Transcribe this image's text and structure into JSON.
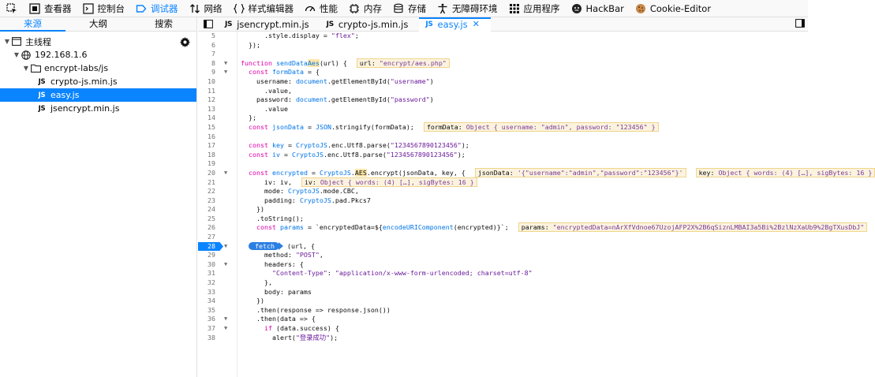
{
  "toolbar": {
    "items": [
      {
        "label": "查看器",
        "icon": "inspector-icon"
      },
      {
        "label": "控制台",
        "icon": "console-icon"
      },
      {
        "label": "调试器",
        "icon": "debugger-icon",
        "active": true
      },
      {
        "label": "网络",
        "icon": "network-icon"
      },
      {
        "label": "样式编辑器",
        "icon": "style-editor-icon"
      },
      {
        "label": "性能",
        "icon": "performance-icon"
      },
      {
        "label": "内存",
        "icon": "memory-icon"
      },
      {
        "label": "存储",
        "icon": "storage-icon"
      },
      {
        "label": "无障碍环境",
        "icon": "accessibility-icon"
      },
      {
        "label": "应用程序",
        "icon": "application-icon"
      },
      {
        "label": "HackBar",
        "icon": "hackbar-icon"
      },
      {
        "label": "Cookie-Editor",
        "icon": "cookie-icon"
      }
    ]
  },
  "left_tabs": [
    "来源",
    "大纲",
    "搜索"
  ],
  "tree": {
    "main_thread": "主线程",
    "host": "192.168.1.6",
    "folder": "encrypt-labs/js",
    "files": [
      "crypto-js.min.js",
      "easy.js",
      "jsencrypt.min.js"
    ],
    "selected_file": "easy.js"
  },
  "editor_tabs": {
    "tabs": [
      "jsencrypt.min.js",
      "crypto-js.min.js",
      "easy.js"
    ],
    "active": "easy.js",
    "js_badge": "JS",
    "close": "✕"
  },
  "code": {
    "paused_line": "28",
    "lines": [
      {
        "n": "5",
        "fold": false,
        "html": "      .style.display = <span class=\"str\">\"flex\"</span>;"
      },
      {
        "n": "6",
        "fold": false,
        "html": "  });"
      },
      {
        "n": "7",
        "fold": false,
        "html": ""
      },
      {
        "n": "8",
        "fold": true,
        "html": "<span class=\"kw\">function</span> <span class=\"fn\">sendData<span class=\"hl\">Aes</span></span>(url) {  <span class=\"preview\"><span class=\"pk\">url:</span> \"encrypt/aes.php\"</span>"
      },
      {
        "n": "9",
        "fold": true,
        "html": "  <span class=\"kw\">const</span> <span class=\"var\">formData</span> = {"
      },
      {
        "n": "10",
        "fold": false,
        "html": "    username: <span class=\"var\">document</span>.getElementById(<span class=\"str\">\"username\"</span>)"
      },
      {
        "n": "11",
        "fold": false,
        "html": "      .value,"
      },
      {
        "n": "12",
        "fold": false,
        "html": "    password: <span class=\"var\">document</span>.getElementById(<span class=\"str\">\"password\"</span>)"
      },
      {
        "n": "13",
        "fold": false,
        "html": "      .value"
      },
      {
        "n": "14",
        "fold": false,
        "html": "  };"
      },
      {
        "n": "15",
        "fold": false,
        "html": "  <span class=\"kw\">const</span> <span class=\"var\">jsonData</span> = <span class=\"var\">JSON</span>.stringify(formData);  <span class=\"preview\"><span class=\"pk\">formData:</span> Object { username: \"admin\", password: \"123456\" }</span>"
      },
      {
        "n": "16",
        "fold": false,
        "html": ""
      },
      {
        "n": "17",
        "fold": false,
        "html": "  <span class=\"kw\">const</span> <span class=\"var\">key</span> = <span class=\"var\">CryptoJS</span>.enc.Utf8.parse(<span class=\"str\">\"1234567890123456\"</span>);"
      },
      {
        "n": "18",
        "fold": false,
        "html": "  <span class=\"kw\">const</span> <span class=\"var\">iv</span> = <span class=\"var\">CryptoJS</span>.enc.Utf8.parse(<span class=\"str\">\"1234567890123456\"</span>);"
      },
      {
        "n": "19",
        "fold": false,
        "html": ""
      },
      {
        "n": "20",
        "fold": true,
        "html": "  <span class=\"kw\">const</span> <span class=\"var\">encrypted</span> = <span class=\"var\">CryptoJS</span>.<span class=\"hl\">AES</span>.encrypt(jsonData, key, {  <span class=\"preview\"><span class=\"pk\">jsonData:</span> '{\"username\":\"admin\",\"password\":\"123456\"}'</span>  <span class=\"preview\"><span class=\"pk\">key:</span> Object { words: (4) […], sigBytes: 16 }</span>"
      },
      {
        "n": "21",
        "fold": false,
        "html": "      iv: iv,  <span class=\"preview\"><span class=\"pk\">iv:</span> Object { words: (4) […], sigBytes: 16 }</span>"
      },
      {
        "n": "22",
        "fold": false,
        "html": "      mode: <span class=\"var\">CryptoJS</span>.mode.CBC,"
      },
      {
        "n": "23",
        "fold": false,
        "html": "      padding: <span class=\"var\">CryptoJS</span>.pad.Pkcs7"
      },
      {
        "n": "24",
        "fold": false,
        "html": "    })"
      },
      {
        "n": "25",
        "fold": false,
        "html": "    .toString();"
      },
      {
        "n": "26",
        "fold": false,
        "html": "    <span class=\"kw\">const</span> <span class=\"var\">params</span> = `encryptedData=${<span class=\"var\">encodeURIComponent</span>(encrypted)}`;  <span class=\"preview\"><span class=\"pk\">params:</span> \"encryptedData=nArXfVdnoe67UzojAFP2X%2B6qSiznLMBAI3a5Bi%2BzlNzXaUb9%2BgTXusDbJ\"</span>"
      },
      {
        "n": "27",
        "fold": false,
        "html": ""
      },
      {
        "n": "28",
        "fold": true,
        "paused": true,
        "html": "  <span class=\"paused\">fetch</span><span class=\"paused-arrow\"></span> (url, {"
      },
      {
        "n": "29",
        "fold": false,
        "html": "      method: <span class=\"str\">\"POST\"</span>,"
      },
      {
        "n": "30",
        "fold": true,
        "html": "      headers: {"
      },
      {
        "n": "31",
        "fold": false,
        "html": "        <span class=\"str\">\"Content-Type\"</span>: <span class=\"str\">\"application/x-www-form-urlencoded; charset=utf-8\"</span>"
      },
      {
        "n": "32",
        "fold": false,
        "html": "      },"
      },
      {
        "n": "33",
        "fold": false,
        "html": "      body: params"
      },
      {
        "n": "34",
        "fold": false,
        "html": "    })"
      },
      {
        "n": "35",
        "fold": false,
        "html": "    .then(response => response.json())"
      },
      {
        "n": "36",
        "fold": true,
        "html": "    .then(data => {"
      },
      {
        "n": "37",
        "fold": true,
        "html": "      <span class=\"kw\">if</span> (data.success) {"
      },
      {
        "n": "38",
        "fold": false,
        "html": "        alert(<span class=\"str\">\"登录成功\"</span>);"
      }
    ]
  }
}
